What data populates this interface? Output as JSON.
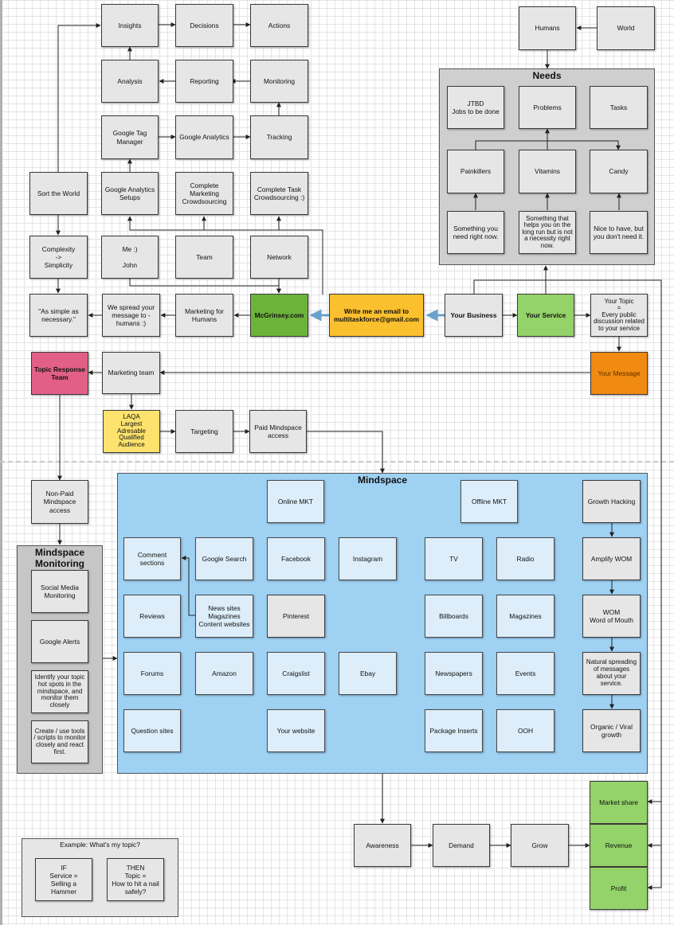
{
  "containers": {
    "needs": {
      "title": "Needs"
    },
    "mindspace": {
      "title": "Mindspace"
    },
    "monitoring": {
      "title": "Mindspace\nMonitoring"
    },
    "example": {
      "title": "Example: What's my topic?"
    }
  },
  "nodes": {
    "insights": "Insights",
    "decisions": "Decisions",
    "actions": "Actions",
    "analysis": "Analysis",
    "reporting": "Reporting",
    "monitoring": "Monitoring",
    "gtm": "Google Tag\nManager",
    "ga": "Google Analytics",
    "tracking": "Tracking",
    "sort_world": "Sort the World",
    "ga_setups": "Google Analytics\nSetups",
    "cmc": "Complete\nMarketing\nCrowdsourcing",
    "ctc": "Complete Task\nCrowdsourcing :)",
    "complexity": "Complexity\n->\nSimplicity",
    "me": "Me :)\n\nJohn",
    "team": "Team",
    "network": "Network",
    "simple": "\"As simple as\nnecessary.\"",
    "spread": "We spread your\nmessage to -\nhumans :)",
    "mfh": "Marketing for\nHumans",
    "mcgrinsey": "McGrinsey.com",
    "email": "Write me an email to\nmultitaskforce@gmail.com",
    "business": "Your Business",
    "service": "Your Service",
    "topic": "Your Topic\n=\nEvery public\ndiscussion related\nto your service",
    "humans": "Humans",
    "world": "World",
    "jtbd": "JTBD\nJobs to be done",
    "problems": "Problems",
    "tasks": "Tasks",
    "painkillers": "Painkillers",
    "vitamins": "Vitamins",
    "candy": "Candy",
    "need_now": "Something you\nneed right now.",
    "long_run": "Something that\nhelps you on the\nlong run but is not\na necessity right\nnow.",
    "nice": "Nice to have, but\nyou don't need it.",
    "trt": "Topic Response\nTeam",
    "mteam": "Marketing team",
    "message": "Your Message",
    "laqa": "LAQA\nLargest\nAdresable\nQualified\nAudience",
    "targeting": "Targeting",
    "paid": "Paid Mindspace\naccess",
    "nonpaid": "Non-Paid\nMindspace access",
    "smm": "Social Media\nMonitoring",
    "galerts": "Google Alerts",
    "hotspots": "Identify your topic\nhot spots in the\nmindspace, and\nmonitor them\nclosely",
    "tools": "Create / use tools\n/ scripts to monitor\nclosely and react\nfirst.",
    "online": "Online MKT",
    "offline": "Offline MKT",
    "growth": "Growth Hacking",
    "comments": "Comment sections",
    "gsearch": "Google Search",
    "facebook": "Facebook",
    "instagram": "Instagram",
    "tv": "TV",
    "radio": "Radio",
    "amplify": "Amplify WOM",
    "reviews": "Reviews",
    "news": "News sites\nMagazines\nContent websites",
    "pinterest": "Pinterest",
    "billboards": "Billboards",
    "magazines": "Magazines",
    "wom": "WOM\nWord of Mouth",
    "forums": "Forums",
    "amazon": "Amazon",
    "craigslist": "Craigslist",
    "ebay": "Ebay",
    "newspapers": "Newspapers",
    "events": "Events",
    "natural": "Natural spreading\nof messages\nabout your\nservice.",
    "question": "Question sites",
    "website": "Your website",
    "inserts": "Package Inserts",
    "ooh": "OOH",
    "viral": "Organic / Viral\ngrowth",
    "awareness": "Awareness",
    "demand": "Demand",
    "grow": "Grow",
    "market_share": "Market share",
    "revenue": "Revenue",
    "profit": "Profit",
    "if": "IF\nService =\nSelling a Hammer",
    "then": "THEN\nTopic =\nHow to hit a nail\nsafely?"
  },
  "colors": {
    "grey": "#e6e6e6",
    "light_blue": "#ddeefa",
    "mindspace_bg": "#9fd1f3",
    "green": "#94d26a",
    "dark_green": "#6cb33a",
    "yellow": "#fbc02d",
    "light_yellow": "#fde36e",
    "pink": "#e25f87",
    "orange": "#f08a11",
    "line": "#222222",
    "blue_arrow": "#6aa0cc"
  }
}
